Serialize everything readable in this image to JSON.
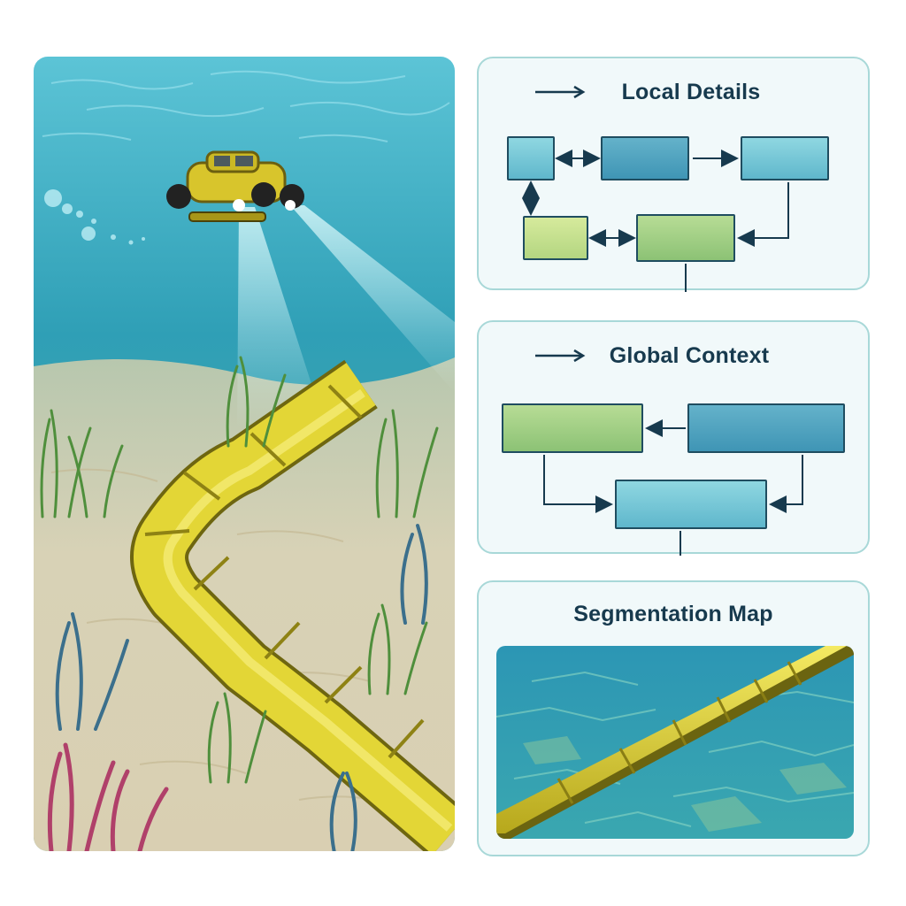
{
  "panels": {
    "local": {
      "title": "Local Details"
    },
    "global": {
      "title": "Global Context"
    },
    "segmentation": {
      "title": "Segmentation Map"
    }
  },
  "colors": {
    "panel_border": "#a8d8d8",
    "panel_fill": "#f1f9fa",
    "text": "#173a4e",
    "pipe": "#e3d636",
    "water": "#2f9fb6"
  },
  "icons": [
    "arrow-right-icon",
    "underwater-rov-icon"
  ]
}
